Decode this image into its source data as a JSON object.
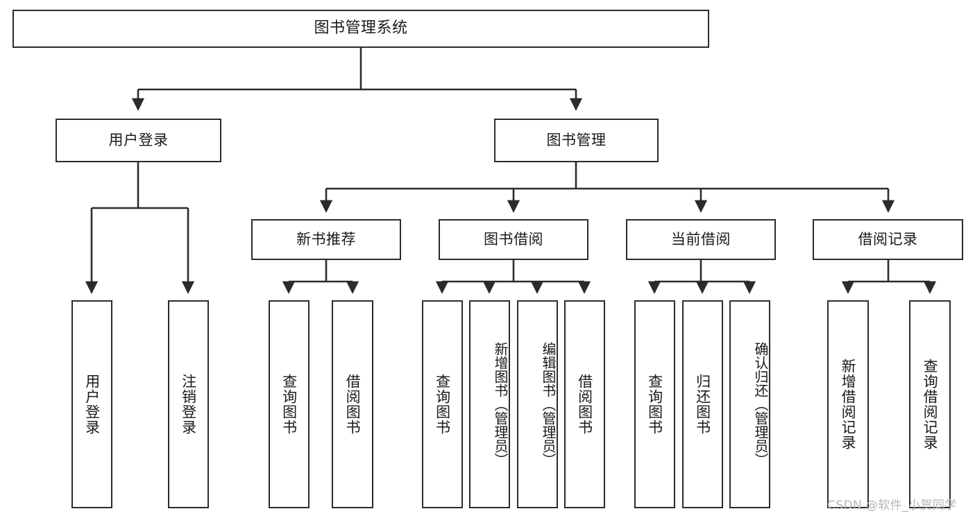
{
  "diagram": {
    "title": "图书管理系统",
    "type": "hierarchy-tree",
    "watermark": "CSDN @软件_小贺同学",
    "colors": {
      "stroke": "#2b2b2b",
      "fill": "#ffffff",
      "text": "#1a1a1a",
      "watermark": "#b4b4b4"
    },
    "nodes": {
      "root": {
        "label": "图书管理系统"
      },
      "level1": [
        {
          "id": "user-login",
          "label": "用户登录"
        },
        {
          "id": "book-manage",
          "label": "图书管理"
        }
      ],
      "level2": [
        {
          "id": "new-book-recommend",
          "label": "新书推荐"
        },
        {
          "id": "book-borrow",
          "label": "图书借阅"
        },
        {
          "id": "current-borrow",
          "label": "当前借阅"
        },
        {
          "id": "borrow-record",
          "label": "借阅记录"
        }
      ],
      "leaves": {
        "user-login": [
          {
            "id": "leaf-user-login",
            "label": "用户登录"
          },
          {
            "id": "leaf-logout-login",
            "label": "注销登录"
          }
        ],
        "new-book-recommend": [
          {
            "id": "leaf-query-book-1",
            "label": "查询图书"
          },
          {
            "id": "leaf-borrow-book-1",
            "label": "借阅图书"
          }
        ],
        "book-borrow": [
          {
            "id": "leaf-query-book-2",
            "label": "查询图书"
          },
          {
            "id": "leaf-add-book",
            "label": "新增图书（管理员）"
          },
          {
            "id": "leaf-edit-book",
            "label": "编辑图书（管理员）"
          },
          {
            "id": "leaf-borrow-book-2",
            "label": "借阅图书"
          }
        ],
        "current-borrow": [
          {
            "id": "leaf-query-book-3",
            "label": "查询图书"
          },
          {
            "id": "leaf-return-book",
            "label": "归还图书"
          },
          {
            "id": "leaf-confirm-return",
            "label": "确认归还（管理员）"
          }
        ],
        "borrow-record": [
          {
            "id": "leaf-add-record",
            "label": "新增借阅记录"
          },
          {
            "id": "leaf-query-record",
            "label": "查询借阅记录"
          }
        ]
      }
    }
  }
}
